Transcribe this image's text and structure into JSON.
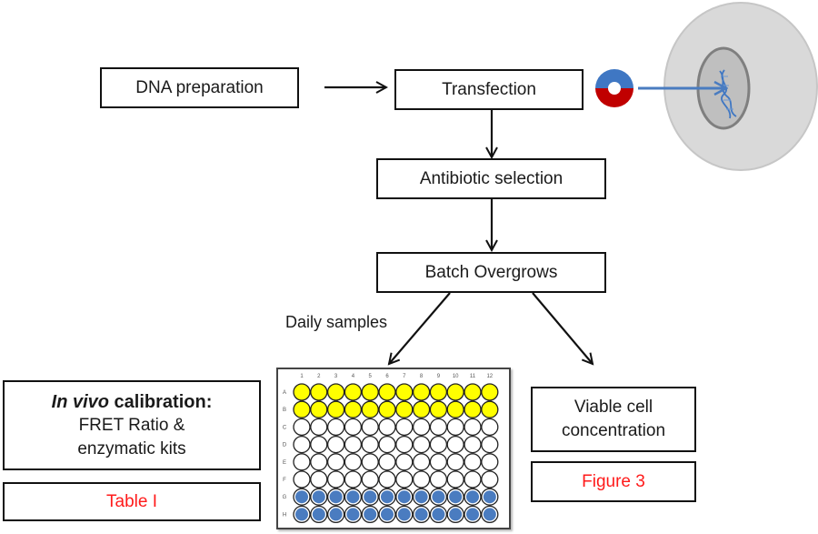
{
  "steps": {
    "dna_preparation": "DNA preparation",
    "transfection": "Transfection",
    "antibiotic_selection": "Antibiotic selection",
    "batch_overgrows": "Batch Overgrows"
  },
  "edge_labels": {
    "daily_samples": "Daily samples"
  },
  "outputs": {
    "left": {
      "title_italic": "In vivo",
      "title_rest": " calibration:",
      "line2": "FRET Ratio &",
      "line3": "enzymatic kits",
      "reference": "Table I"
    },
    "right": {
      "line1": "Viable cell",
      "line2": "concentration",
      "reference": "Figure 3"
    }
  },
  "plate": {
    "columns": [
      "1",
      "2",
      "3",
      "4",
      "5",
      "6",
      "7",
      "8",
      "9",
      "10",
      "11",
      "12"
    ],
    "rows": [
      {
        "label": "A",
        "fill": "yellow"
      },
      {
        "label": "B",
        "fill": "yellow"
      },
      {
        "label": "C",
        "fill": "empty"
      },
      {
        "label": "D",
        "fill": "empty"
      },
      {
        "label": "E",
        "fill": "empty"
      },
      {
        "label": "F",
        "fill": "empty"
      },
      {
        "label": "G",
        "fill": "blue"
      },
      {
        "label": "H",
        "fill": "blue"
      }
    ]
  },
  "colors": {
    "yellow": "#ffff00",
    "blue": "#4a7cc0",
    "empty": "#ffffff",
    "reference_text": "#ff1a1a",
    "plasmid_top": "#3f77c3",
    "plasmid_bottom": "#c00000",
    "cell": "#d9d9d9",
    "nucleus": "#bfbfbf",
    "arrow_blue": "#4a7cc0"
  }
}
